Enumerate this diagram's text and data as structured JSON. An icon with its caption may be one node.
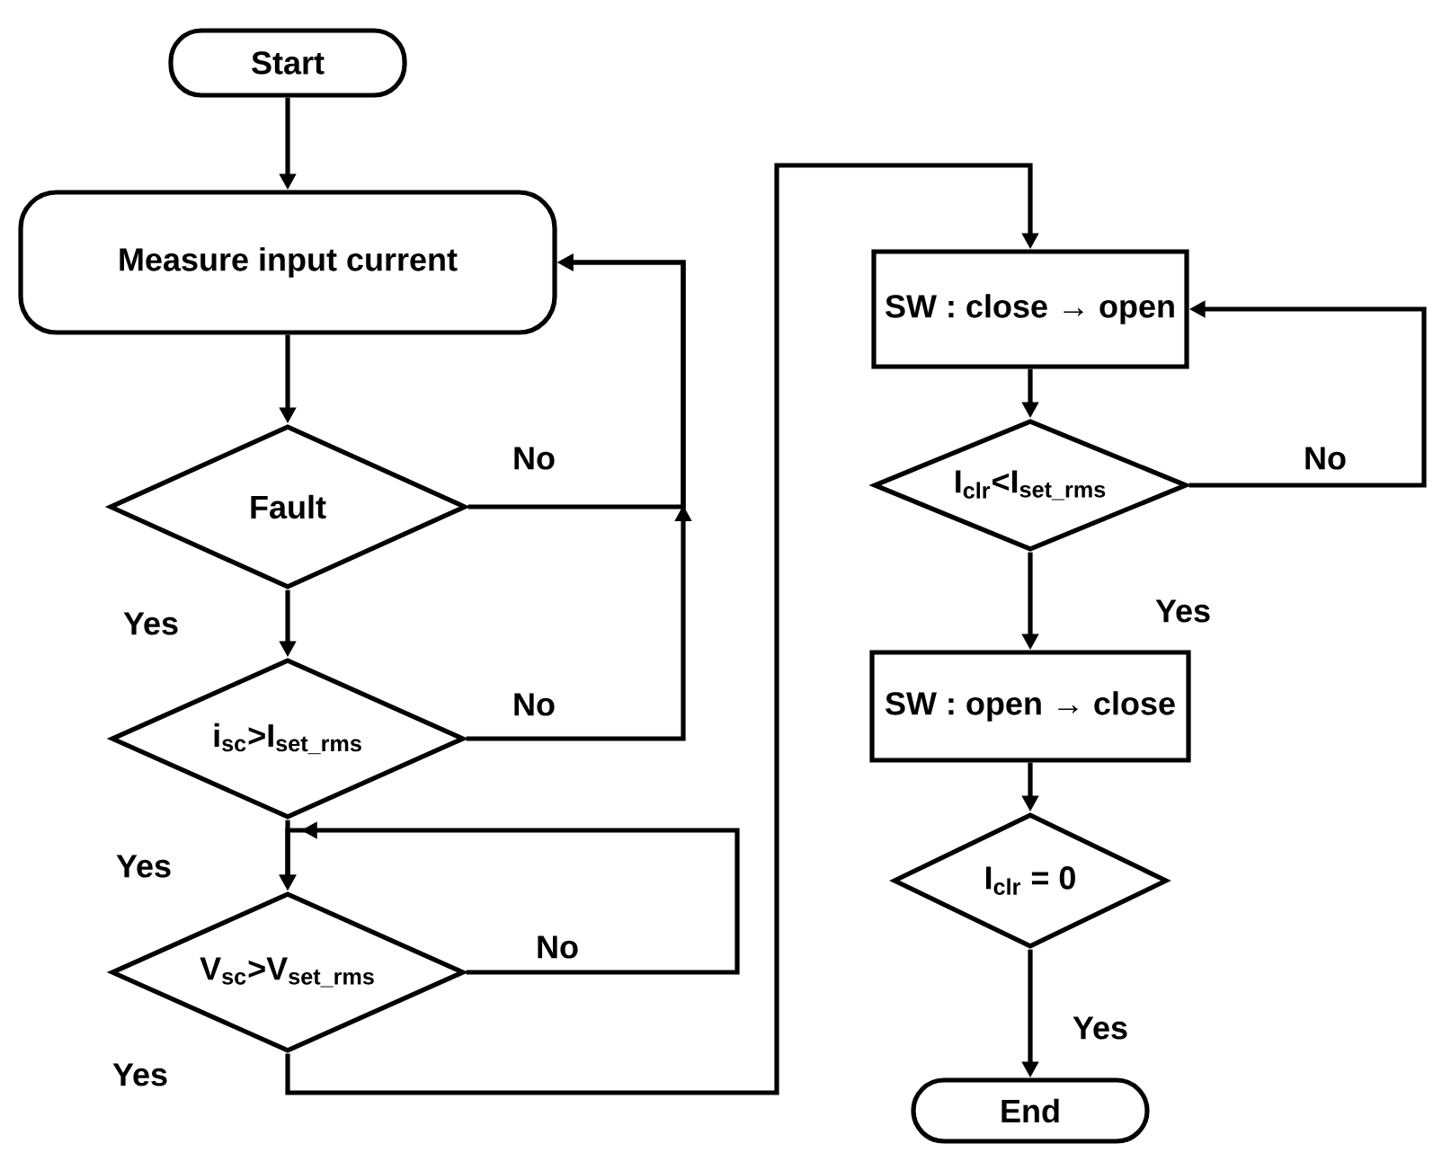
{
  "diagram": {
    "nodes": [
      {
        "text": [
          "Start"
        ]
      },
      {
        "text": [
          "Measure input current"
        ]
      },
      {
        "text": [
          "Fault"
        ]
      },
      {
        "text": [
          "i$_{sc}$>I$_{set_rms}$"
        ]
      },
      {
        "text": [
          "V$_{sc}$>V$_{set_rms}$"
        ]
      },
      {
        "text": [
          "SW : close → open"
        ]
      },
      {
        "text": [
          "I$_{clr}$<I$_{set_rms}$"
        ]
      },
      {
        "text": [
          "SW : open → close"
        ]
      },
      {
        "text": [
          "I$_{clr}$ = 0"
        ]
      },
      {
        "text": [
          "End"
        ]
      }
    ],
    "edges": [
      {
        "from": 0,
        "to": 1,
        "arrow": "to"
      },
      {
        "from": 1,
        "to": 2,
        "arrow": "to"
      },
      {
        "from": 2,
        "to": 3,
        "arrow": "to",
        "label": "Yes"
      },
      {
        "from": 2,
        "to": 1,
        "arrow": "to",
        "label": "No"
      },
      {
        "from": 3,
        "to": 1,
        "arrow": "to",
        "label": "No"
      },
      {
        "from": 3,
        "to": 4,
        "arrow": "to",
        "label": "Yes"
      },
      {
        "from": 4,
        "to": 4,
        "arrow": "to",
        "label": "No"
      },
      {
        "from": 4,
        "to": 5,
        "arrow": "to",
        "label": "Yes"
      },
      {
        "from": 5,
        "to": 6,
        "arrow": "to"
      },
      {
        "from": 6,
        "to": 7,
        "arrow": "to",
        "label": "Yes"
      },
      {
        "from": 6,
        "to": 5,
        "arrow": "to",
        "label": "No"
      },
      {
        "from": 7,
        "to": 8,
        "arrow": "to"
      },
      {
        "from": 8,
        "to": 9,
        "arrow": "to",
        "label": "Yes"
      }
    ]
  }
}
